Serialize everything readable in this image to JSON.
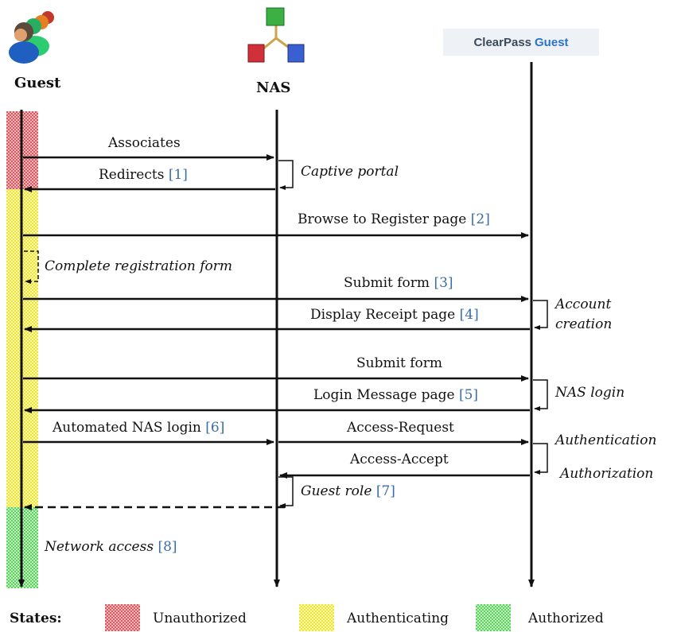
{
  "participants": {
    "guest": "Guest",
    "nas": "NAS",
    "clearpass_a": "ClearPass",
    "clearpass_b": "Guest"
  },
  "messages": {
    "associates": "Associates",
    "redirects": "Redirects",
    "redirects_ref": "[1]",
    "captive_portal": "Captive portal",
    "browse": "Browse to Register page",
    "browse_ref": "[2]",
    "complete_form": "Complete registration form",
    "submit_form_1": "Submit form",
    "submit_form_1_ref": "[3]",
    "account_creation_1": "Account",
    "account_creation_2": "creation",
    "display_receipt": "Display Receipt page",
    "display_receipt_ref": "[4]",
    "submit_form_2": "Submit form",
    "nas_login": "NAS login",
    "login_message": "Login Message page",
    "login_message_ref": "[5]",
    "automated_login": "Automated NAS login",
    "automated_login_ref": "[6]",
    "access_request": "Access-Request",
    "authentication": "Authentication",
    "access_accept": "Access-Accept",
    "authorization": "Authorization",
    "guest_role": "Guest role",
    "guest_role_ref": "[7]",
    "network_access": "Network access",
    "network_access_ref": "[8]"
  },
  "legend": {
    "title": "States:",
    "unauthorized": "Unauthorized",
    "authenticating": "Authenticating",
    "authorized": "Authorized"
  },
  "colors": {
    "unauthorized": "#e88a8f",
    "authenticating": "#f7f27a",
    "authorized": "#8fe08f",
    "ref": "#3a6ea5"
  }
}
